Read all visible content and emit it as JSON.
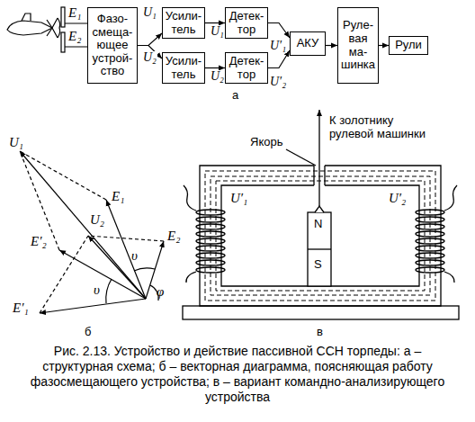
{
  "diagram": {
    "caption": "Рис. 2.13. Устройство и действие пассивной ССН торпеды: а – структурная схема; б – векторная диаграмма, поясняющая работу фазосмещающего устройства; в – вариант командно-анализирующего устройства",
    "nodes": [
      {
        "text": [
          "Фазо- смеща- ющее устрой- ство"
        ]
      },
      {
        "text": [
          "Усили- тель"
        ]
      },
      {
        "text": [
          "Усили- тель"
        ]
      },
      {
        "text": [
          "Детек- тор"
        ]
      },
      {
        "text": [
          "Детек- тор"
        ]
      },
      {
        "text": [
          "АКУ"
        ]
      },
      {
        "text": [
          "Руле- вая ма- шинка"
        ]
      },
      {
        "text": [
          "Рули"
        ]
      }
    ],
    "edges": [
      {
        "from": 0,
        "to": 1,
        "arrow": "to",
        "label": "U₁"
      },
      {
        "from": 0,
        "to": 2,
        "arrow": "to",
        "label": "U₂"
      },
      {
        "from": 1,
        "to": 3,
        "arrow": "to",
        "label": "U₁"
      },
      {
        "from": 2,
        "to": 4,
        "arrow": "to",
        "label": "U₂"
      },
      {
        "from": 3,
        "to": 5,
        "arrow": "to",
        "label": "U′₁"
      },
      {
        "from": 4,
        "to": 5,
        "arrow": "to",
        "label": "U′₂"
      },
      {
        "from": 5,
        "to": 6,
        "arrow": "to"
      },
      {
        "from": 6,
        "to": 7,
        "arrow": "to"
      }
    ],
    "labels": [
      "E₁",
      "E₂",
      "а",
      "U₁",
      "E₁",
      "U₂",
      "E′₂",
      "E₂",
      "υ",
      "υ",
      "φ",
      "E′₁",
      "б",
      "Якорь",
      "К золотнику рулевой машинки",
      "U′₁",
      "U′₂",
      "N",
      "S",
      "в"
    ]
  }
}
